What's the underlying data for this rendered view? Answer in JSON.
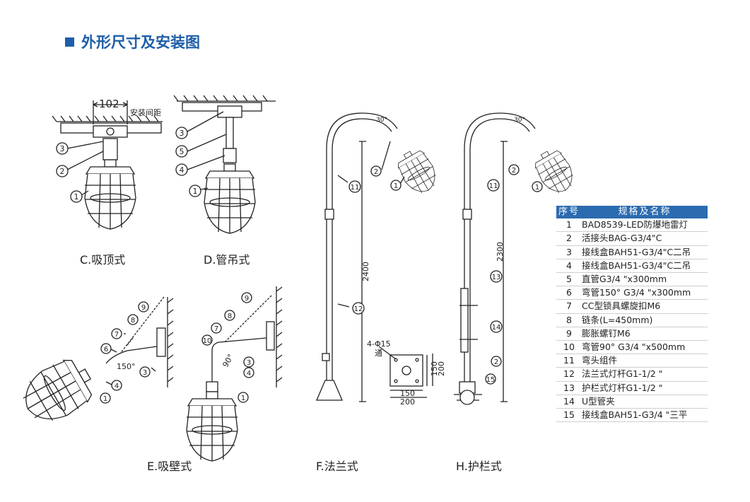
{
  "title": "外形尺寸及安装图",
  "captions": {
    "c": "C.吸顶式",
    "d": "D.管吊式",
    "e": "E.吸壁式",
    "f": "F.法兰式",
    "h": "H.护栏式"
  },
  "dims": {
    "spacing_value": "102",
    "spacing_label": "安装间距",
    "angle30": "30°",
    "angle150": "150°",
    "angle90": "90°",
    "height_f": "2400",
    "height_h": "2300",
    "holes": "4-Φ15",
    "through": "通",
    "d150": "150",
    "d200": "200"
  },
  "table": {
    "col_no": "序号",
    "col_name": "规格及名称",
    "rows": [
      {
        "no": "1",
        "name": "BAD8539-LED防爆地雷灯"
      },
      {
        "no": "2",
        "name": "活接头BAG-G3/4\"C"
      },
      {
        "no": "3",
        "name": "接线盒BAH51-G3/4\"C二吊"
      },
      {
        "no": "4",
        "name": "接线盒BAH51-G3/4\"C二吊"
      },
      {
        "no": "5",
        "name": "直管G3/4 \"x300mm"
      },
      {
        "no": "6",
        "name": "弯管150° G3/4 \"x300mm"
      },
      {
        "no": "7",
        "name": "CC型锁具螺旋扣M6"
      },
      {
        "no": "8",
        "name": "链条(L=450mm)"
      },
      {
        "no": "9",
        "name": "膨胀螺钉M6"
      },
      {
        "no": "10",
        "name": "弯管90° G3/4 \"x500mm"
      },
      {
        "no": "11",
        "name": "弯头组件"
      },
      {
        "no": "12",
        "name": "法兰式灯杆G1-1/2 \""
      },
      {
        "no": "13",
        "name": "护栏式灯杆G1-1/2 \""
      },
      {
        "no": "14",
        "name": "U型管夹"
      },
      {
        "no": "15",
        "name": "接线盒BAH51-G3/4 \"三平"
      }
    ]
  },
  "colors": {
    "accent": "#1e5ea8",
    "header_bg": "#2b6bb0"
  }
}
